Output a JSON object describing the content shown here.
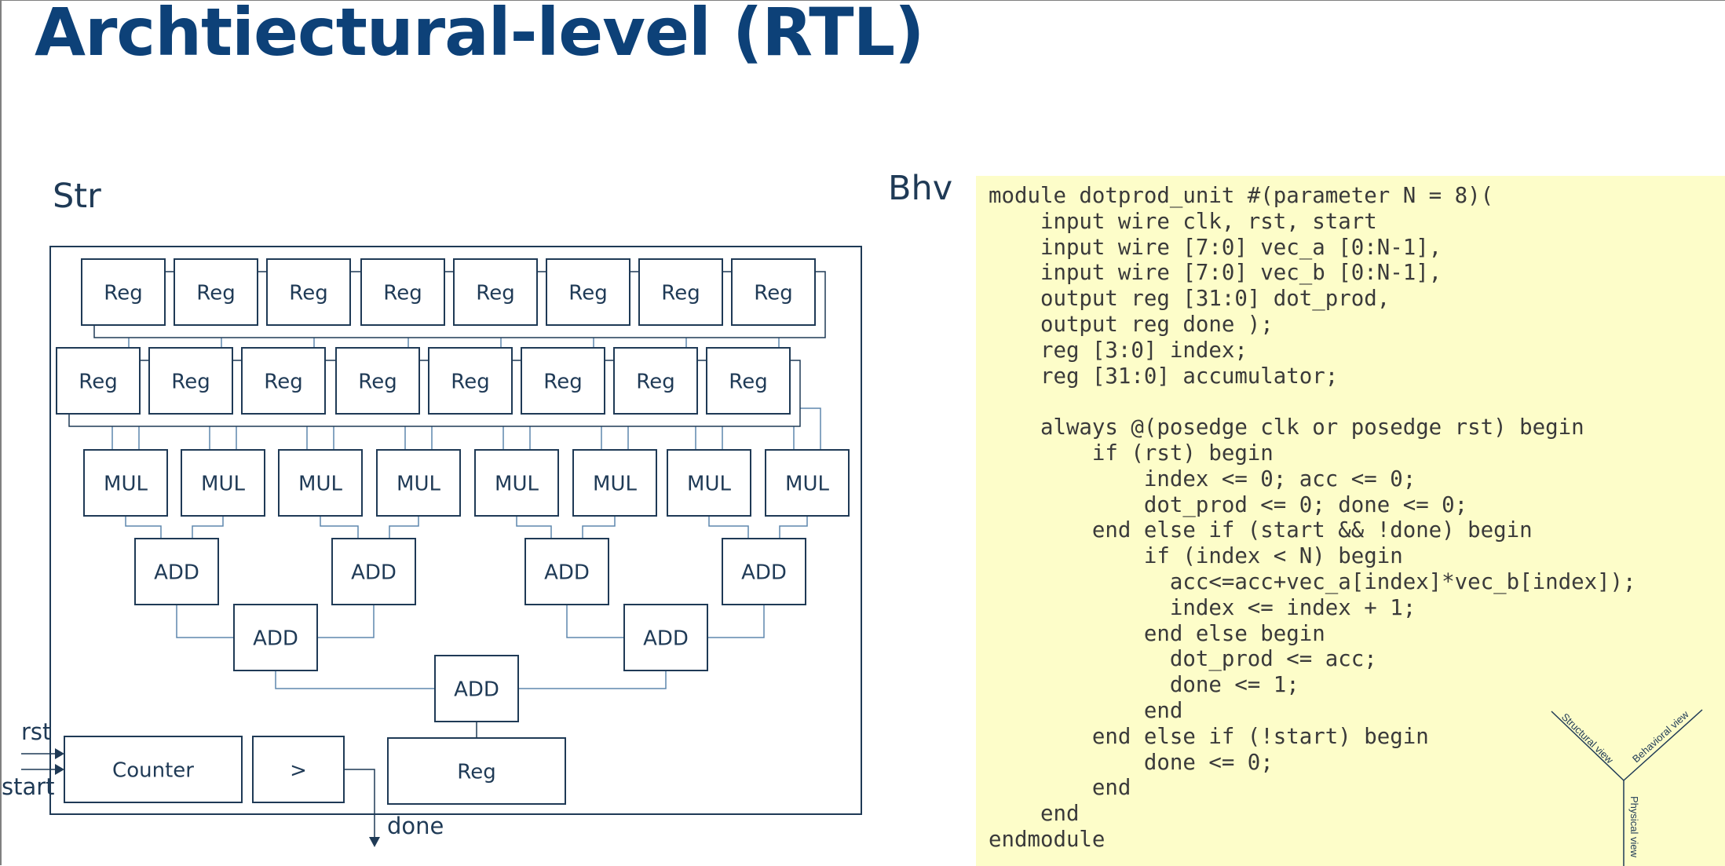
{
  "slide": {
    "title": "Archtiectural-level (RTL)",
    "structural_label": "Str",
    "behavioral_label": "Bhv"
  },
  "diagram": {
    "reg_label": "Reg",
    "mul_label": "MUL",
    "add_label": "ADD",
    "counter_label": "Counter",
    "compare_label": ">",
    "output_reg_label": "Reg",
    "rst_label": "rst",
    "start_label": "start",
    "done_label": "done"
  },
  "code": {
    "lines": [
      "module dotprod_unit #(parameter N = 8)(",
      "    input wire clk, rst, start",
      "    input wire [7:0] vec_a [0:N-1],",
      "    input wire [7:0] vec_b [0:N-1],",
      "    output reg [31:0] dot_prod,",
      "    output reg done );",
      "    reg [3:0] index;",
      "    reg [31:0] accumulator;",
      "",
      "    always @(posedge clk or posedge rst) begin",
      "        if (rst) begin",
      "            index <= 0; acc <= 0;",
      "            dot_prod <= 0; done <= 0;",
      "        end else if (start && !done) begin",
      "            if (index < N) begin",
      "              acc<=acc+vec_a[index]*vec_b[index]);",
      "              index <= index + 1;",
      "            end else begin",
      "              dot_prod <= acc;",
      "              done <= 1;",
      "            end",
      "        end else if (!start) begin",
      "            done <= 0;",
      "        end",
      "    end",
      "endmodule"
    ]
  },
  "y_chart": {
    "structural": "Structural view",
    "behavioral": "Behavioral view",
    "physical": "Physical view"
  },
  "colors": {
    "title": "#0d4178",
    "line": "#1f3a56",
    "wire": "#5f87ad",
    "code_bg": "#fdfdc9"
  }
}
